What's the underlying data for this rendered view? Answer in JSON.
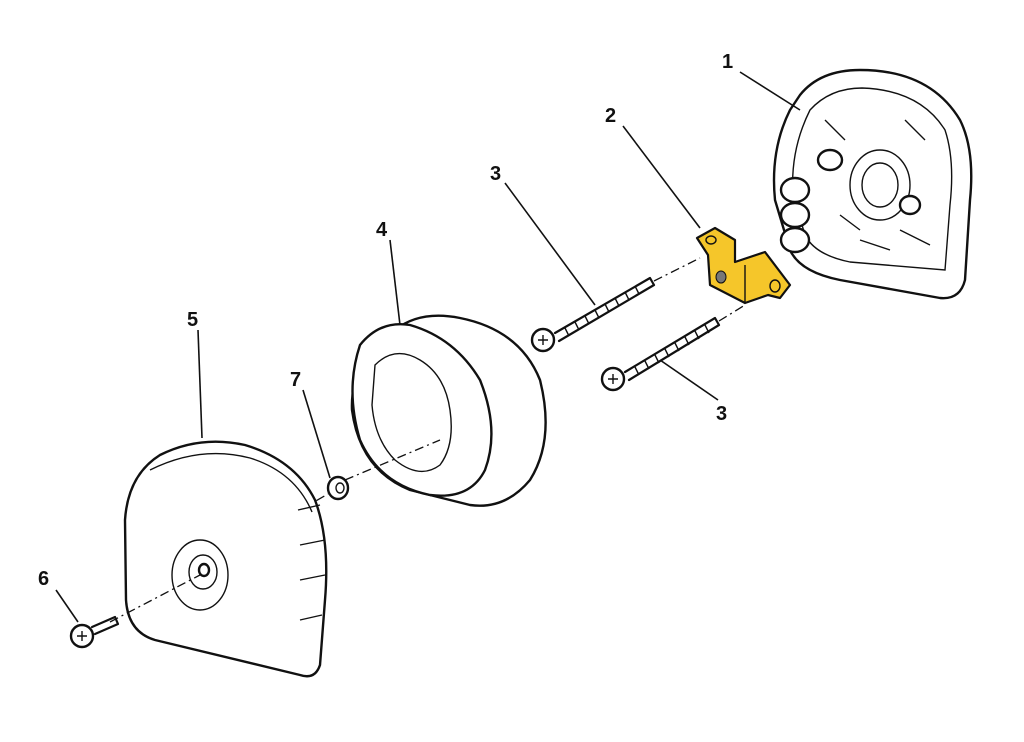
{
  "diagram": {
    "type": "exploded-parts-diagram",
    "highlight_color": "#f5c62a",
    "callouts": [
      {
        "label": "1",
        "part": "housing"
      },
      {
        "label": "2",
        "part": "bracket"
      },
      {
        "label": "3",
        "part": "long-screw-upper"
      },
      {
        "label": "4",
        "part": "foam-filter-ring"
      },
      {
        "label": "5",
        "part": "cover"
      },
      {
        "label": "7",
        "part": "washer"
      },
      {
        "label": "3",
        "part": "long-screw-lower"
      },
      {
        "label": "6",
        "part": "cover-screw"
      }
    ]
  }
}
